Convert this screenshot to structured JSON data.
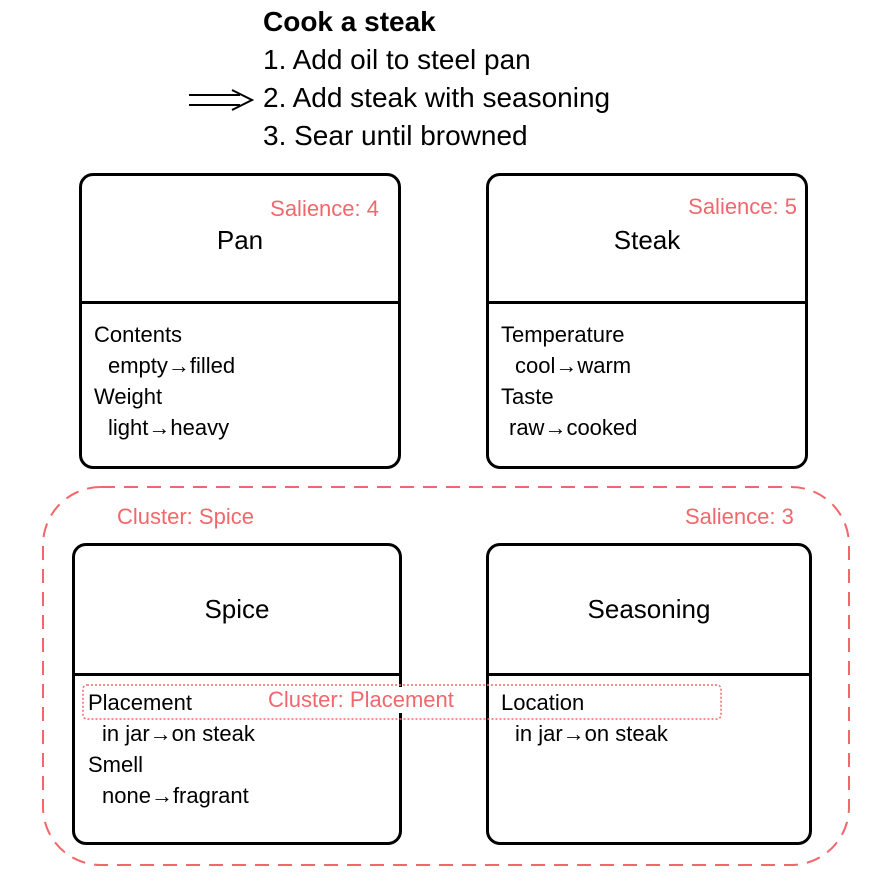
{
  "task": {
    "title": "Cook a steak",
    "steps": [
      "1. Add oil to steel pan",
      "2. Add steak with seasoning",
      "3. Sear until browned"
    ],
    "current_step_index": 1
  },
  "entities": {
    "pan": {
      "name": "Pan",
      "salience": "Salience: 4",
      "attributes": [
        {
          "name": "Contents",
          "change": "empty→filled"
        },
        {
          "name": "Weight",
          "change": "light→heavy"
        }
      ]
    },
    "steak": {
      "name": "Steak",
      "salience": "Salience: 5",
      "attributes": [
        {
          "name": "Temperature",
          "change": "cool→warm"
        },
        {
          "name": "Taste",
          "change": "raw→cooked"
        }
      ]
    },
    "spice": {
      "name": "Spice",
      "attributes": [
        {
          "name": "Placement",
          "change": "in jar→on steak"
        },
        {
          "name": "Smell",
          "change": "none→fragrant"
        }
      ]
    },
    "seasoning": {
      "name": "Seasoning",
      "attributes": [
        {
          "name": "Location",
          "change": "in jar→on steak"
        }
      ]
    }
  },
  "clusters": {
    "spice": {
      "label": "Cluster: Spice",
      "salience": "Salience: 3"
    },
    "placement": {
      "label": "Cluster: Placement"
    }
  },
  "colors": {
    "accent": "#f2676b",
    "stroke": "#000000"
  }
}
